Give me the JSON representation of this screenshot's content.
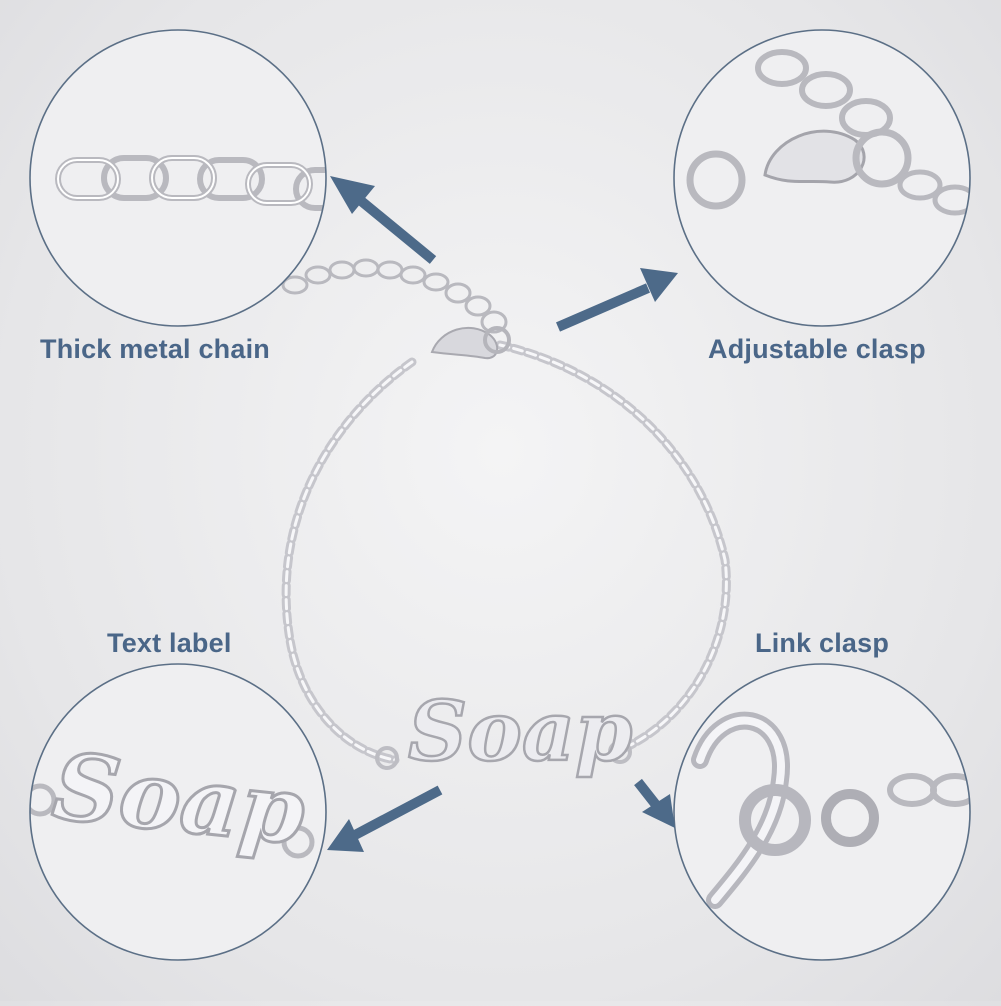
{
  "colors": {
    "accent": "#4d6a89",
    "label_text": "#4a6688",
    "circle_border": "#5b6f86",
    "background": "#e8e8ea",
    "metal": "#c4c4ca"
  },
  "callouts": {
    "chain": {
      "label": "Thick metal chain"
    },
    "adjustable_clasp": {
      "label": "Adjustable clasp"
    },
    "text_label": {
      "label": "Text label"
    },
    "link_clasp": {
      "label": "Link clasp"
    }
  },
  "pendant": {
    "text": "Soap"
  },
  "icons": [
    "arrow-up-left-icon",
    "arrow-up-right-icon",
    "arrow-down-left-icon",
    "arrow-down-right-icon"
  ]
}
